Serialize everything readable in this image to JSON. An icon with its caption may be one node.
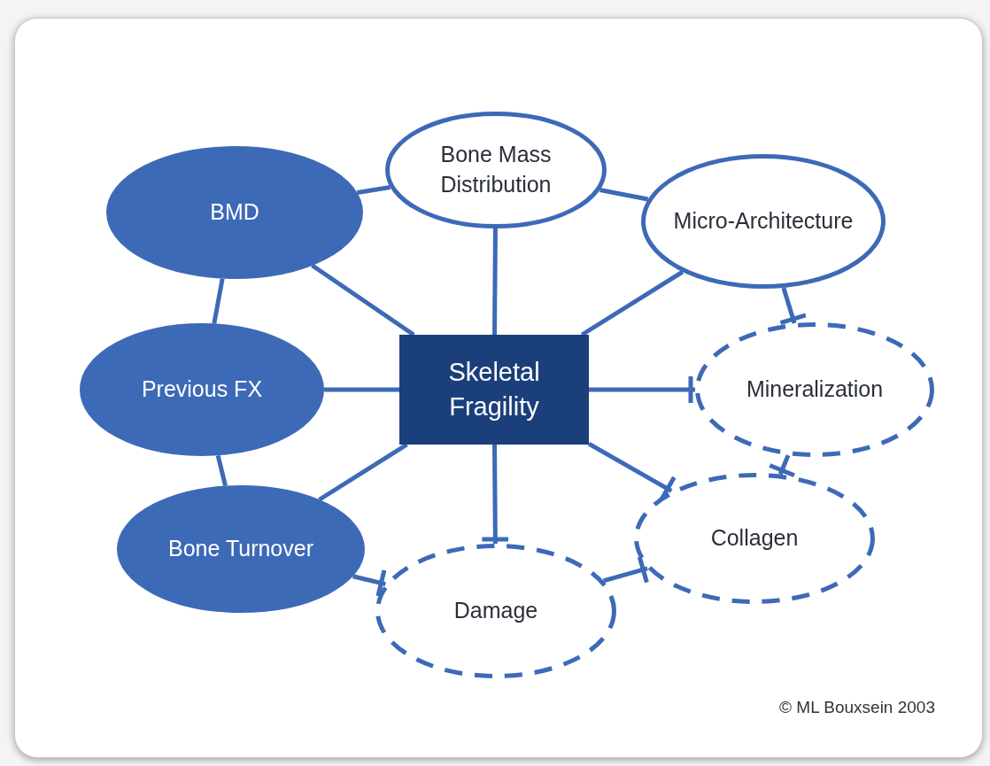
{
  "diagram": {
    "nodes": [
      {
        "text": [
          "Skeletal Fragility"
        ]
      },
      {
        "text": [
          "BMD"
        ]
      },
      {
        "text": [
          "Bone Mass Distribution"
        ]
      },
      {
        "text": [
          "Micro-Architecture"
        ]
      },
      {
        "text": [
          "Previous FX"
        ]
      },
      {
        "text": [
          "Mineralization"
        ]
      },
      {
        "text": [
          "Bone Turnover"
        ]
      },
      {
        "text": [
          "Collagen"
        ]
      },
      {
        "text": [
          "Damage"
        ]
      }
    ],
    "edges": [
      {
        "from": 0,
        "to": 1,
        "arrow": "none"
      },
      {
        "from": 0,
        "to": 2,
        "arrow": "none"
      },
      {
        "from": 0,
        "to": 3,
        "arrow": "none"
      },
      {
        "from": 0,
        "to": 4,
        "arrow": "none"
      },
      {
        "from": 0,
        "to": 5,
        "arrow": "other"
      },
      {
        "from": 0,
        "to": 6,
        "arrow": "none"
      },
      {
        "from": 0,
        "to": 7,
        "arrow": "other"
      },
      {
        "from": 0,
        "to": 8,
        "arrow": "other"
      },
      {
        "from": 1,
        "to": 2,
        "arrow": "none"
      },
      {
        "from": 2,
        "to": 3,
        "arrow": "none"
      },
      {
        "from": 1,
        "to": 4,
        "arrow": "none"
      },
      {
        "from": 4,
        "to": 6,
        "arrow": "none"
      },
      {
        "from": 3,
        "to": 5,
        "arrow": "other"
      },
      {
        "from": 6,
        "to": 8,
        "arrow": "other"
      },
      {
        "from": 8,
        "to": 7,
        "arrow": "other"
      },
      {
        "from": 5,
        "to": 7,
        "arrow": "other"
      }
    ],
    "labels": [
      "© ML Bouxsein 2003"
    ]
  }
}
